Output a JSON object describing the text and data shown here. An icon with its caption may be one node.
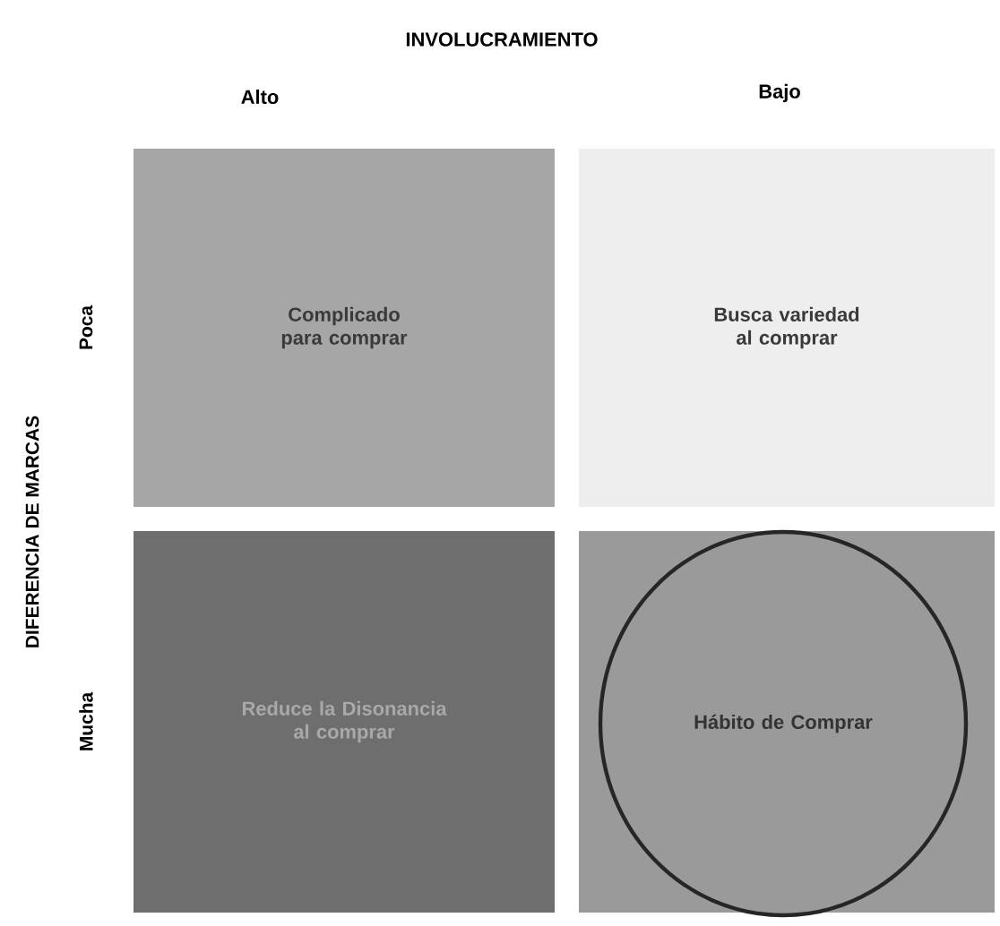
{
  "diagram": {
    "nodes": [
      {
        "text": [
          "Complicado para comprar"
        ]
      },
      {
        "text": [
          "Busca variedad al comprar"
        ]
      },
      {
        "text": [
          "Reduce la Disonancia al comprar"
        ]
      },
      {
        "text": [],
        "shape": "box"
      },
      {
        "text": [
          "Hábito de Comprar"
        ],
        "in": 3
      }
    ],
    "labels": [
      "INVOLUCRAMIENTO",
      "Alto",
      "Bajo",
      "DIFERENCIA DE MARCAS",
      "Poca",
      "Mucha"
    ]
  }
}
